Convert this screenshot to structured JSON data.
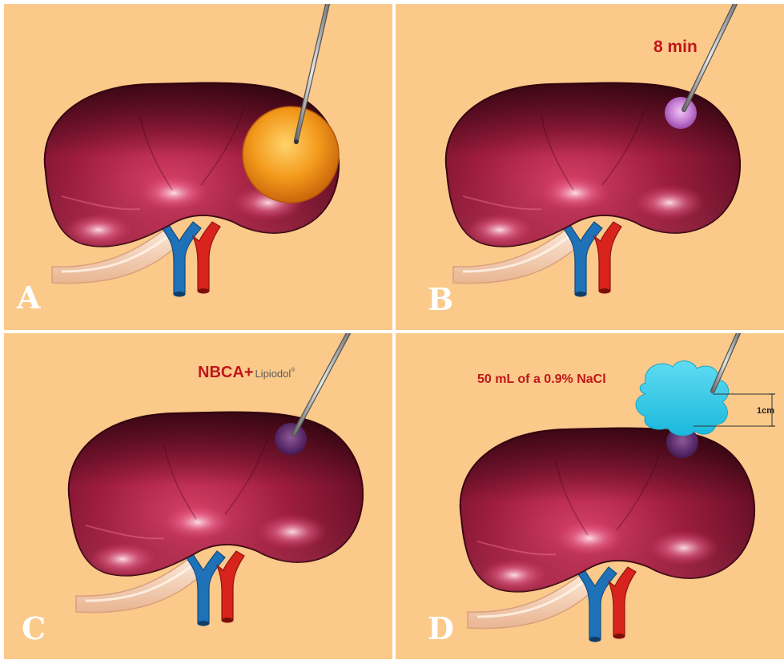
{
  "panels": [
    {
      "id": "a",
      "letter": "A"
    },
    {
      "id": "b",
      "letter": "B",
      "annotation": "8 min"
    },
    {
      "id": "c",
      "letter": "C",
      "annotation_main": "NBCA+",
      "annotation_brand": "Lipiodol",
      "annotation_mark": "®"
    },
    {
      "id": "d",
      "letter": "D",
      "annotation": "50 mL of a 0.9% NaCl",
      "scale_label": "1cm"
    }
  ],
  "colors": {
    "background": "#fbc98a",
    "kidney": "#8a1533",
    "tumor": "#f39a1c",
    "ablation_zone": "#b46ac4",
    "glue": "#5a2a6a",
    "saline": "#22c7e6",
    "artery": "#d8241c",
    "vein": "#1f72b8",
    "annotation_red": "#c0161c"
  }
}
